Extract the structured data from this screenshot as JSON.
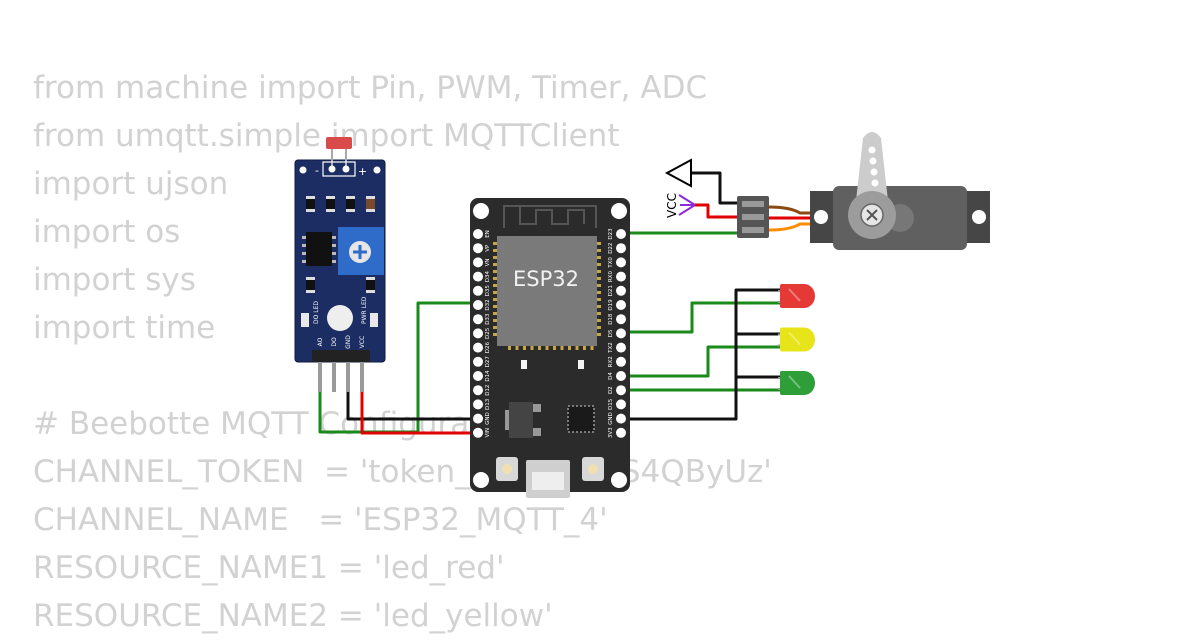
{
  "code_lines": [
    "from machine import Pin, PWM, Timer, ADC",
    "from umqtt.simple import MQTTClient",
    "import ujson",
    "import os",
    "import sys",
    "import time",
    "",
    "# Beebotte MQTT Configuration",
    "CHANNEL_TOKEN  = 'token_CiPbHvK5S4QByUz'",
    "CHANNEL_NAME   = 'ESP32_MQTT_4'",
    "RESOURCE_NAME1 = 'led_red'",
    "RESOURCE_NAME2 = 'led_yellow'"
  ],
  "esp32": {
    "label": "ESP32",
    "left_pins": [
      "EN",
      "VP",
      "VN",
      "D34",
      "D35",
      "D32",
      "D33",
      "D25",
      "D26",
      "D27",
      "D14",
      "D12",
      "D13",
      "GND",
      "VIN"
    ],
    "right_pins": [
      "D23",
      "D22",
      "TX0",
      "RX0",
      "D21",
      "D19",
      "D18",
      "D5",
      "TX2",
      "RX2",
      "D4",
      "D2",
      "D15",
      "GND",
      "3V3"
    ]
  },
  "ldr_module": {
    "pin_labels": [
      "AO",
      "DO",
      "GND",
      "VCC"
    ],
    "pwr_led_label": "PWR LED",
    "do_led_label": "DO LED",
    "minus_label": "-",
    "plus_label": "+"
  },
  "vcc_label": "VCC",
  "leds": [
    {
      "color": "red",
      "fill": "#e53935"
    },
    {
      "color": "yellow",
      "fill": "#e8e41a"
    },
    {
      "color": "green",
      "fill": "#2e9e38"
    }
  ],
  "colors": {
    "wire_green": "#1a8a1a",
    "wire_black": "#111111",
    "wire_red": "#e00000",
    "wire_orange": "#ff8c00",
    "vcc_purple": "#8b2bd9",
    "board": "#2b2b2b",
    "ldr_board": "#1a2a5c"
  }
}
